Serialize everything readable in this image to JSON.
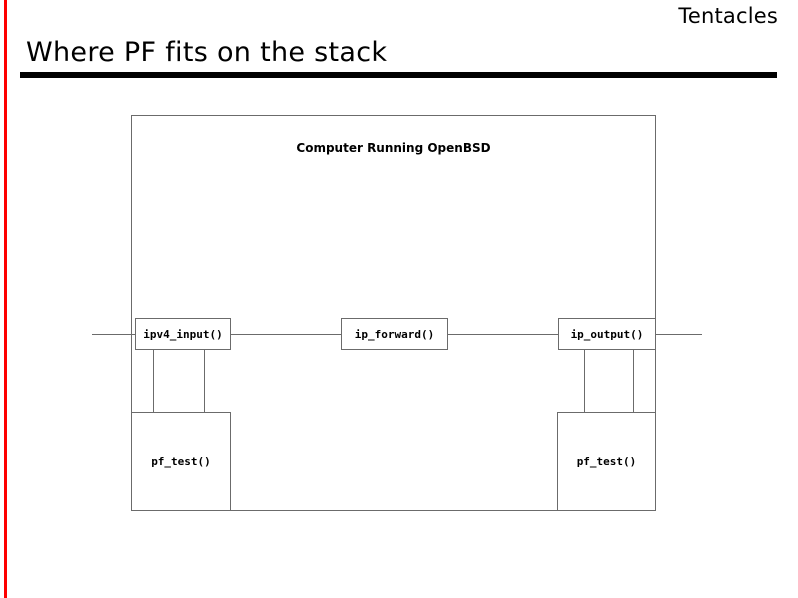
{
  "slide": {
    "deck_name": "Tentacles",
    "title": "Where PF fits on the stack",
    "accent_color": "#fe0000",
    "rule_color": "#000000",
    "line_color": "#6b6b6b",
    "background": "#ffffff"
  },
  "diagram": {
    "host_label": "Computer Running OpenBSD",
    "nodes": {
      "ipv4_input": "ipv4_input()",
      "ip_forward": "ip_forward()",
      "ip_output": "ip_output()",
      "pf_test_left": "pf_test()",
      "pf_test_right": "pf_test()"
    }
  }
}
